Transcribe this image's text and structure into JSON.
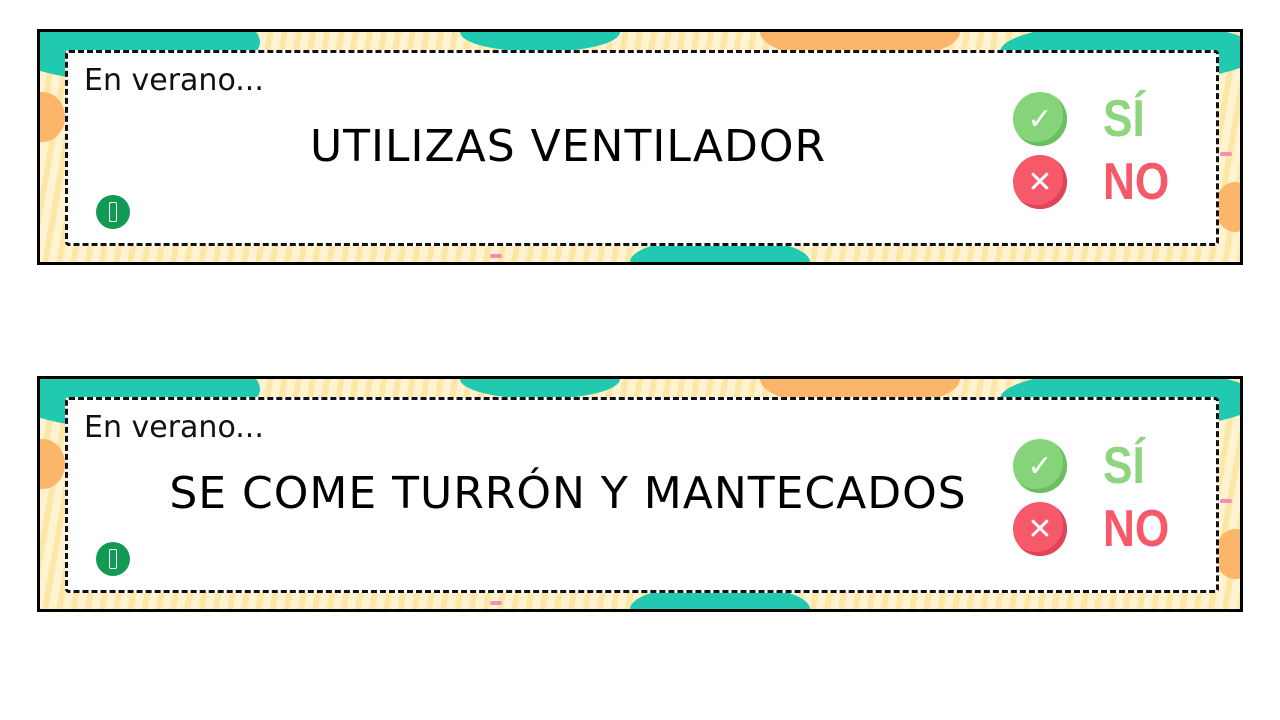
{
  "cards": [
    {
      "lead": "En verano...",
      "statement": "UTILIZAS VENTILADOR",
      "yes_label": "SÍ",
      "no_label": "NO"
    },
    {
      "lead": "En verano...",
      "statement": "SE COME TURRÓN Y MANTECADOS",
      "yes_label": "SÍ",
      "no_label": "NO"
    }
  ],
  "icons": {
    "yes": "check-circle-icon",
    "no": "x-circle-icon",
    "logo": "logo-icon"
  },
  "colors": {
    "yes": "#8fd57e",
    "no": "#f65a6a",
    "logo": "#129a54",
    "background": "#fff3d2",
    "teal": "#20c9b0"
  }
}
